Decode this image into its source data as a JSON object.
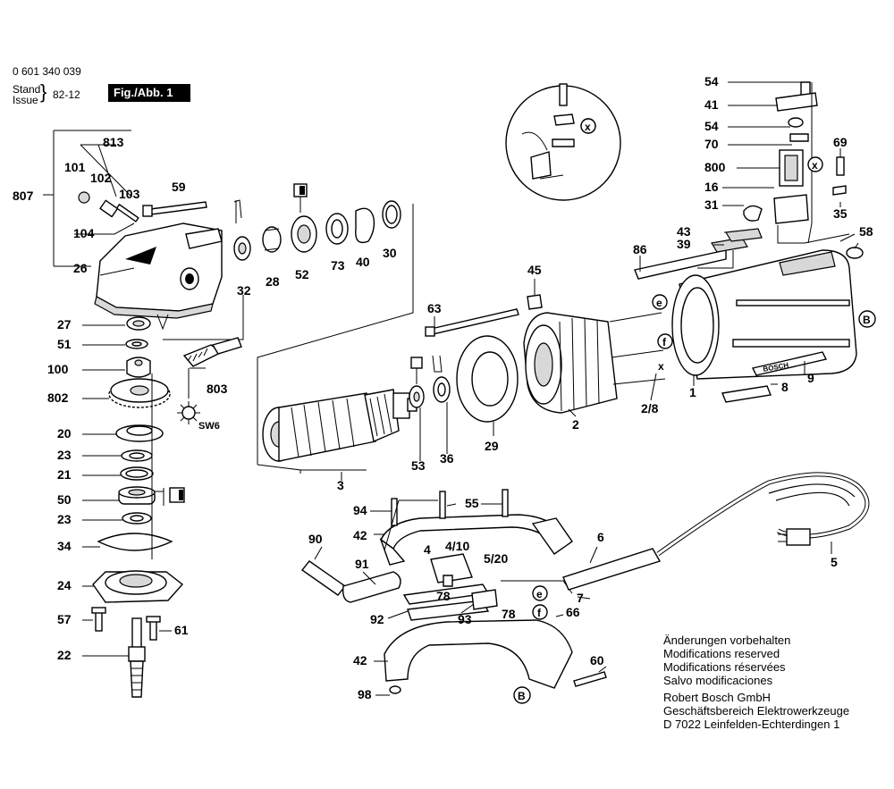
{
  "header": {
    "part_number": "0 601 340 039",
    "stand_label": "Stand",
    "issue_label": "Issue",
    "date_code": "82-12",
    "fig_label": "Fig./Abb. 1"
  },
  "callouts": {
    "c807": "807",
    "c813": "813",
    "c101": "101",
    "c102": "102",
    "c103": "103",
    "c104": "104",
    "c26": "26",
    "c59": "59",
    "c32": "32",
    "c28": "28",
    "c52": "52",
    "c73": "73",
    "c40": "40",
    "c30": "30",
    "c27": "27",
    "c51": "51",
    "c100": "100",
    "c802": "802",
    "c803": "803",
    "c20": "20",
    "c23a": "23",
    "c21": "21",
    "c50": "50",
    "c23b": "23",
    "c34": "34",
    "c24": "24",
    "c57": "57",
    "c61": "61",
    "c22": "22",
    "sw6": "SW6",
    "c63": "63",
    "c45": "45",
    "c3": "3",
    "c53": "53",
    "c36": "36",
    "c29": "29",
    "c2": "2",
    "c1": "1",
    "c8": "8",
    "c9": "9",
    "c2_8": "2/8",
    "c86": "86",
    "c39": "39",
    "c43": "43",
    "c58": "58",
    "c54a": "54",
    "c41": "41",
    "c54b": "54",
    "c70": "70",
    "c800": "800",
    "c16": "16",
    "c31": "31",
    "c69": "69",
    "c35": "35",
    "c94": "94",
    "c55": "55",
    "c42a": "42",
    "c4": "4",
    "c4_10": "4/10",
    "c5_20": "5/20",
    "c90": "90",
    "c91": "91",
    "c78a": "78",
    "c92": "92",
    "c93": "93",
    "c78b": "78",
    "c7": "7",
    "c66": "66",
    "c6": "6",
    "c5": "5",
    "c42b": "42",
    "c60": "60",
    "c98": "98"
  },
  "markers": {
    "x_top": "x",
    "x_right": "x",
    "e_motor": "e",
    "f_motor": "f",
    "x_motor": "x",
    "B_housing": "B",
    "e_switch": "e",
    "f_switch": "f",
    "B_handle": "B"
  },
  "housing_brand": "BOSCH",
  "notes": {
    "line1": "Änderungen vorbehalten",
    "line2": "Modifications reserved",
    "line3": "Modifications réservées",
    "line4": "Salvo modificaciones",
    "line5": "Robert Bosch GmbH",
    "line6": "Geschäftsbereich Elektrowerkzeuge",
    "line7": "D 7022 Leinfelden-Echterdingen 1"
  }
}
